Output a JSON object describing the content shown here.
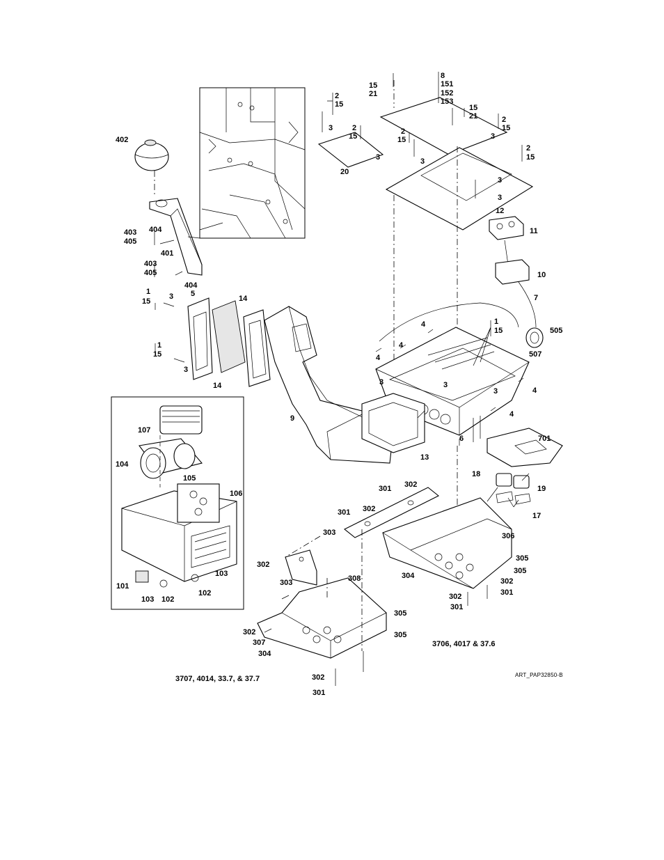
{
  "figure": {
    "art_id": "ART_PAP32850-B",
    "captions": {
      "right_assembly": "3706, 4017 & 37.6",
      "left_assembly": "3707, 4014, 33.7, & 37.7"
    }
  },
  "callouts": [
    {
      "id": "c1",
      "text": "15"
    },
    {
      "id": "c2",
      "text": "21"
    },
    {
      "id": "c3",
      "text": "8"
    },
    {
      "id": "c4",
      "text": "151"
    },
    {
      "id": "c5",
      "text": "152"
    },
    {
      "id": "c6",
      "text": "153"
    },
    {
      "id": "c7",
      "text": "15"
    },
    {
      "id": "c8",
      "text": "21"
    },
    {
      "id": "c9",
      "text": "2"
    },
    {
      "id": "c10",
      "text": "15"
    },
    {
      "id": "c11",
      "text": "2"
    },
    {
      "id": "c12",
      "text": "15"
    },
    {
      "id": "c13",
      "text": "3"
    },
    {
      "id": "c14",
      "text": "2"
    },
    {
      "id": "c15",
      "text": "15"
    },
    {
      "id": "c16",
      "text": "3"
    },
    {
      "id": "c17",
      "text": "2"
    },
    {
      "id": "c18",
      "text": "15"
    },
    {
      "id": "c19",
      "text": "3"
    },
    {
      "id": "c20",
      "text": "20"
    },
    {
      "id": "c21",
      "text": "3"
    },
    {
      "id": "c22",
      "text": "2"
    },
    {
      "id": "c23",
      "text": "15"
    },
    {
      "id": "c24",
      "text": "3"
    },
    {
      "id": "c25",
      "text": "3"
    },
    {
      "id": "c26",
      "text": "402"
    },
    {
      "id": "c27",
      "text": "12"
    },
    {
      "id": "c28",
      "text": "11"
    },
    {
      "id": "c29",
      "text": "403"
    },
    {
      "id": "c30",
      "text": "405"
    },
    {
      "id": "c31",
      "text": "404"
    },
    {
      "id": "c32",
      "text": "401"
    },
    {
      "id": "c33",
      "text": "403"
    },
    {
      "id": "c34",
      "text": "405"
    },
    {
      "id": "c35",
      "text": "404"
    },
    {
      "id": "c36",
      "text": "10"
    },
    {
      "id": "c37",
      "text": "7"
    },
    {
      "id": "c38",
      "text": "1"
    },
    {
      "id": "c39",
      "text": "15"
    },
    {
      "id": "c40",
      "text": "3"
    },
    {
      "id": "c41",
      "text": "5"
    },
    {
      "id": "c42",
      "text": "14"
    },
    {
      "id": "c43",
      "text": "4"
    },
    {
      "id": "c44",
      "text": "1"
    },
    {
      "id": "c45",
      "text": "15"
    },
    {
      "id": "c46",
      "text": "505"
    },
    {
      "id": "c47",
      "text": "4"
    },
    {
      "id": "c48",
      "text": "507"
    },
    {
      "id": "c49",
      "text": "1"
    },
    {
      "id": "c50",
      "text": "15"
    },
    {
      "id": "c51",
      "text": "3"
    },
    {
      "id": "c52",
      "text": "14"
    },
    {
      "id": "c53",
      "text": "4"
    },
    {
      "id": "c54",
      "text": "3"
    },
    {
      "id": "c55",
      "text": "3"
    },
    {
      "id": "c56",
      "text": "3"
    },
    {
      "id": "c57",
      "text": "4"
    },
    {
      "id": "c58",
      "text": "107"
    },
    {
      "id": "c59",
      "text": "9"
    },
    {
      "id": "c60",
      "text": "4"
    },
    {
      "id": "c61",
      "text": "6"
    },
    {
      "id": "c62",
      "text": "701"
    },
    {
      "id": "c63",
      "text": "13"
    },
    {
      "id": "c64",
      "text": "104"
    },
    {
      "id": "c65",
      "text": "105"
    },
    {
      "id": "c66",
      "text": "18"
    },
    {
      "id": "c67",
      "text": "301"
    },
    {
      "id": "c68",
      "text": "302"
    },
    {
      "id": "c69",
      "text": "19"
    },
    {
      "id": "c70",
      "text": "106"
    },
    {
      "id": "c71",
      "text": "301"
    },
    {
      "id": "c72",
      "text": "302"
    },
    {
      "id": "c73",
      "text": "17"
    },
    {
      "id": "c74",
      "text": "303"
    },
    {
      "id": "c75",
      "text": "306"
    },
    {
      "id": "c76",
      "text": "305"
    },
    {
      "id": "c77",
      "text": "302"
    },
    {
      "id": "c78",
      "text": "303"
    },
    {
      "id": "c79",
      "text": "308"
    },
    {
      "id": "c80",
      "text": "304"
    },
    {
      "id": "c81",
      "text": "305"
    },
    {
      "id": "c82",
      "text": "103"
    },
    {
      "id": "c83",
      "text": "101"
    },
    {
      "id": "c84",
      "text": "302"
    },
    {
      "id": "c85",
      "text": "301"
    },
    {
      "id": "c86",
      "text": "302"
    },
    {
      "id": "c87",
      "text": "103"
    },
    {
      "id": "c88",
      "text": "102"
    },
    {
      "id": "c89",
      "text": "102"
    },
    {
      "id": "c90",
      "text": "301"
    },
    {
      "id": "c91",
      "text": "305"
    },
    {
      "id": "c92",
      "text": "302"
    },
    {
      "id": "c93",
      "text": "305"
    },
    {
      "id": "c94",
      "text": "307"
    },
    {
      "id": "c95",
      "text": "304"
    },
    {
      "id": "c96",
      "text": "302"
    },
    {
      "id": "c97",
      "text": "301"
    }
  ]
}
